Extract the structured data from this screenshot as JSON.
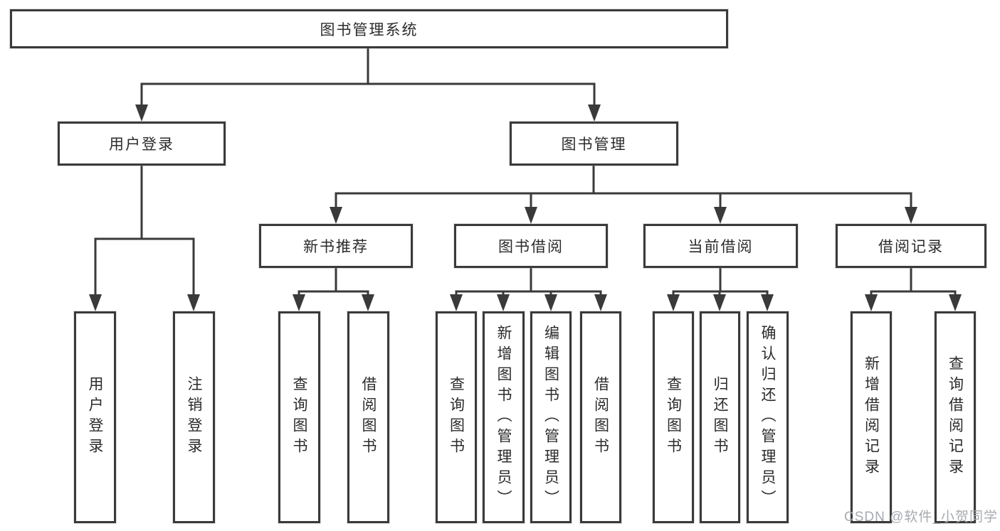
{
  "diagram": {
    "root": {
      "label": "图书管理系统"
    },
    "branches": [
      {
        "label": "用户登录",
        "leaves": [
          {
            "label": "用户登录"
          },
          {
            "label": "注销登录"
          }
        ]
      },
      {
        "label": "图书管理",
        "groups": [
          {
            "label": "新书推荐",
            "leaves": [
              {
                "label": "查询图书"
              },
              {
                "label": "借阅图书"
              }
            ]
          },
          {
            "label": "图书借阅",
            "leaves": [
              {
                "label": "查询图书"
              },
              {
                "label": "新增图书（管理员）"
              },
              {
                "label": "编辑图书（管理员）"
              },
              {
                "label": "借阅图书"
              }
            ]
          },
          {
            "label": "当前借阅",
            "leaves": [
              {
                "label": "查询图书"
              },
              {
                "label": "归还图书"
              },
              {
                "label": "确认归还（管理员）"
              }
            ]
          },
          {
            "label": "借阅记录",
            "leaves": [
              {
                "label": "新增借阅记录"
              },
              {
                "label": "查询借阅记录"
              }
            ]
          }
        ]
      }
    ],
    "colors": {
      "line": "#3a3a3a",
      "text": "#2b2b2b",
      "background": "#ffffff",
      "watermark": "#a6aab0"
    },
    "watermark": {
      "text": "CSDN @软件_小贺同学"
    }
  }
}
